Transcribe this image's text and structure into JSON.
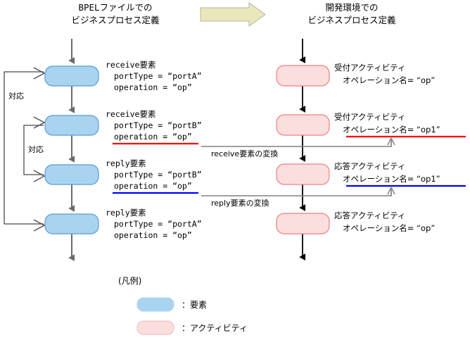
{
  "titles": {
    "left_line1": "BPELファイルでの",
    "left_line2": "ビジネスプロセス定義",
    "right_line1": "開発環境での",
    "right_line2": "ビジネスプロセス定義"
  },
  "colors": {
    "element_fill": "#a8d4f0",
    "element_stroke": "#5b9bd5",
    "activity_fill": "#fbdede",
    "activity_stroke": "#f08080",
    "big_arrow_fill": "#e8e8bc",
    "big_arrow_stroke": "#b0b0b0",
    "flow_arrow_left": "#6b6b6b",
    "flow_arrow_right": "#000000",
    "correspondence_line": "#4a4a4a",
    "transform_line": "#808080",
    "underline_red": "#ff0000",
    "underline_blue": "#0000ff",
    "background": "#ffffff"
  },
  "left_column": {
    "nodes": [
      {
        "id": "bpel-receive-a",
        "line1": "receive要素",
        "line2": "portType = “portA”",
        "line3": "operation = “op”",
        "underline": "none"
      },
      {
        "id": "bpel-receive-b",
        "line1": "receive要素",
        "line2": "portType = “portB”",
        "line3": "operation = “op”",
        "underline": "red"
      },
      {
        "id": "bpel-reply-b",
        "line1": "reply要素",
        "line2": "portType = “portB”",
        "line3": "operation = “op”",
        "underline": "blue"
      },
      {
        "id": "bpel-reply-a",
        "line1": "reply要素",
        "line2": "portType = “portA”",
        "line3": "operation = “op”",
        "underline": "none"
      }
    ]
  },
  "right_column": {
    "nodes": [
      {
        "id": "activity-receive-op",
        "line1": "受付アクティビティ",
        "line2": "オペレーション名= “op”",
        "underline": "none"
      },
      {
        "id": "activity-receive-op1",
        "line1": "受付アクティビティ",
        "line2": "オペレーション名= “op1”",
        "underline": "red"
      },
      {
        "id": "activity-reply-op1",
        "line1": "応答アクティビティ",
        "line2": "オペレーション名= “op1”",
        "underline": "blue"
      },
      {
        "id": "activity-reply-op",
        "line1": "応答アクティビティ",
        "line2": "オペレーション名= “op”",
        "underline": "none"
      }
    ]
  },
  "correspondence_labels": [
    {
      "id": "outer",
      "label": "対応"
    },
    {
      "id": "inner",
      "label": "対応"
    }
  ],
  "transform_labels": [
    {
      "id": "receive-transform",
      "label": "receive要素の変換"
    },
    {
      "id": "reply-transform",
      "label": "reply要素の変換"
    }
  ],
  "legend": {
    "heading": "(凡例)",
    "items": [
      {
        "id": "element",
        "label": "：要素",
        "swatch": "element"
      },
      {
        "id": "activity",
        "label": "：アクティビティ",
        "swatch": "activity"
      }
    ]
  }
}
